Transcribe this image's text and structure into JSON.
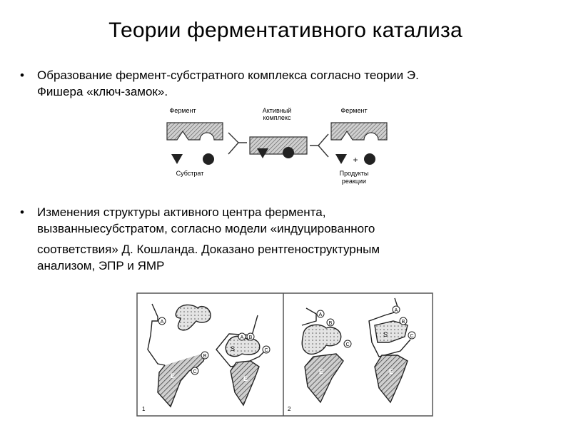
{
  "title": "Теории ферментативного катализа",
  "bullets": [
    {
      "marker": "•",
      "lines": [
        "Образование фермент-субстратного комплекса согласно теории Э.",
        "Фишера «ключ-замок»."
      ]
    },
    {
      "marker": "•",
      "lines": [
        "Изменения структуры активного центра фермента,",
        "вызванныесубстратом, согласно модели «индуцированного",
        "соответствия» Д. Кошланда. Доказано рентгеноструктурным",
        "анализом, ЭПР и ЯМР"
      ]
    }
  ],
  "figure1": {
    "label_enzyme_left": "Фермент",
    "label_active_complex_1": "Активный",
    "label_active_complex_2": "комплекс",
    "label_enzyme_right": "Фермент",
    "label_substrate": "Субстрат",
    "label_products_1": "Продукты",
    "label_products_2": "реакции",
    "plus": "+"
  },
  "figure2": {
    "panel1_number": "1",
    "panel2_number": "2",
    "label_A": "A",
    "label_B": "B",
    "label_C": "C",
    "label_S": "S",
    "label_E": "E"
  }
}
